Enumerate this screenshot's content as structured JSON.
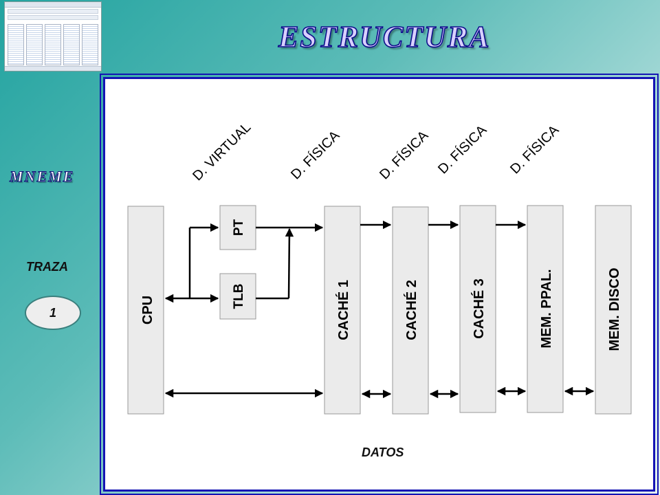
{
  "title": "ESTRUCTURA",
  "sidebar": {
    "brand": "MNEME",
    "trace_label": "TRAZA",
    "trace_value": "1"
  },
  "diagram": {
    "address_labels": [
      "D. VIRTUAL",
      "D. FÍSICA",
      "D. FÍSICA",
      "D. FÍSICA",
      "D. FÍSICA"
    ],
    "blocks": {
      "cpu": "CPU",
      "pt": "PT",
      "tlb": "TLB",
      "cache1": "CACHÉ 1",
      "cache2": "CACHÉ 2",
      "cache3": "CACHÉ 3",
      "mem_ppal": "MEM. PPAL.",
      "mem_disco": "MEM. DISCO"
    },
    "bus_label": "DATOS"
  },
  "colors": {
    "block_fill": "#ebebeb",
    "line": "#000000",
    "panel_border": "#1414b4"
  }
}
